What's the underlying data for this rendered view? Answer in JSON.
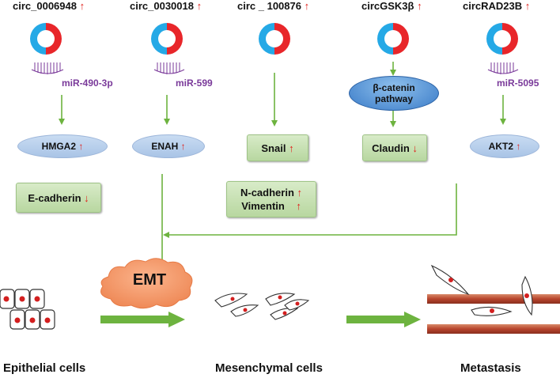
{
  "up_arrow": "↑",
  "down_arrow": "↓",
  "columns": [
    {
      "circ": "circ_0006948",
      "mirna": "miR-490-3p",
      "target": "HMGA2"
    },
    {
      "circ": "circ_0030018",
      "mirna": "miR-599",
      "target": "ENAH"
    },
    {
      "circ": "circ _ 100876",
      "target": "Snail"
    },
    {
      "circ": "circGSK3β",
      "pathway_line1": "β-catenin",
      "pathway_line2": "pathway",
      "target": "Claudin"
    },
    {
      "circ": "circRAD23B",
      "mirna": "miR-5095",
      "target": "AKT2"
    }
  ],
  "markers": {
    "ecadherin": "E-cadherin",
    "ncadherin": "N-cadherin",
    "vimentin": "Vimentin"
  },
  "emt_label": "EMT",
  "stages": {
    "epithelial": "Epithelial cells",
    "mesenchymal": "Mesenchymal cells",
    "metastasis": "Metastasis"
  },
  "colors": {
    "circ_red": "#e8262a",
    "circ_blue": "#25a9e6",
    "arrow_green": "#6db33f",
    "cloud_orange": "#f59a6c",
    "mirna_purple": "#7a3a9a",
    "vessel_red": "#b8452d"
  }
}
